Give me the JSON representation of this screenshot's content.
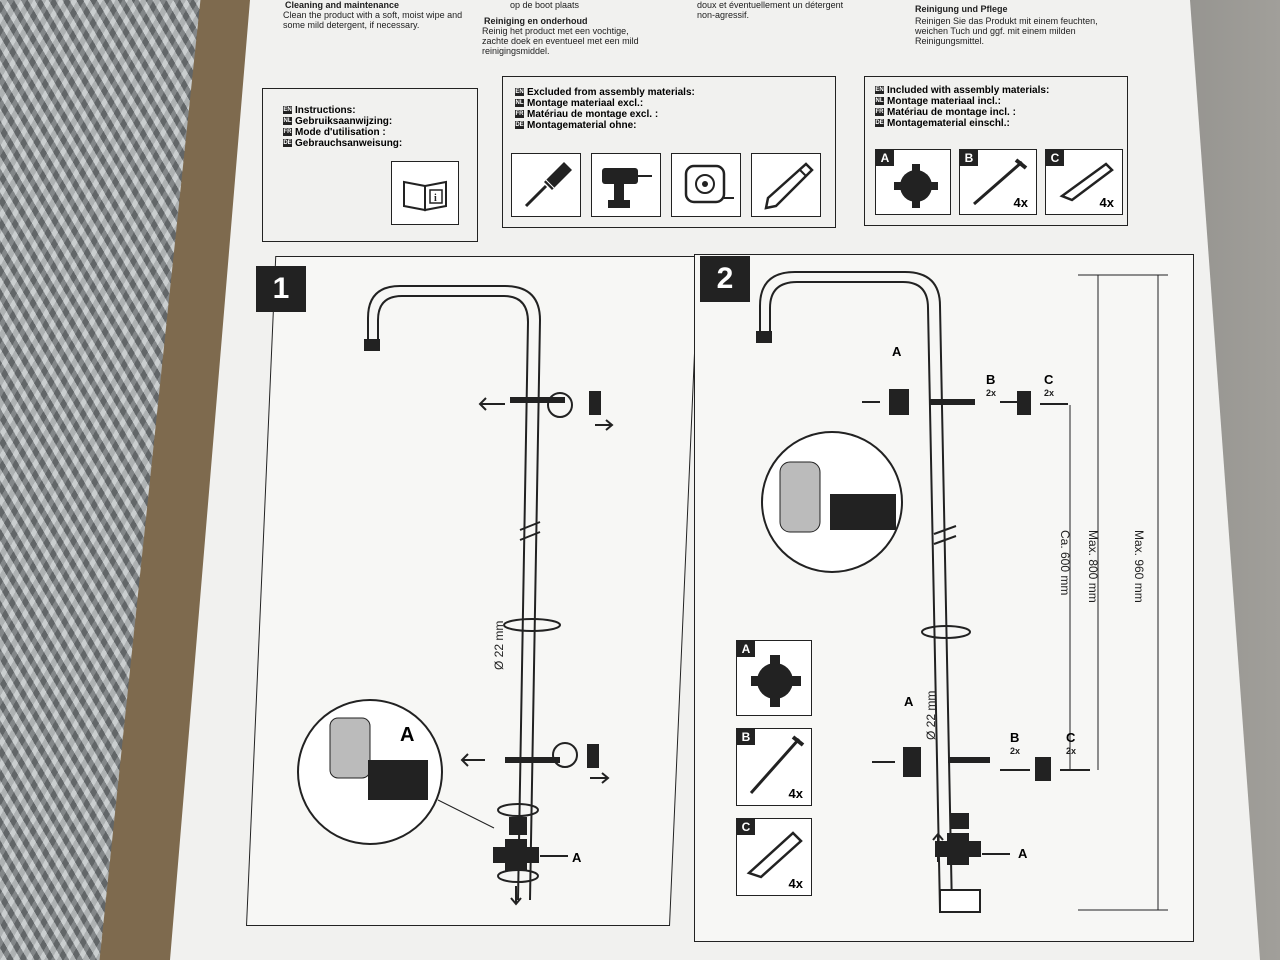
{
  "header_texts": {
    "en_title": "Cleaning and maintenance",
    "en_body_1": "Clean the product with a soft, moist wipe and",
    "en_body_2": "some mild detergent, if necessary.",
    "nl_prev": "op de boot plaats",
    "nl_title": "Reiniging en onderhoud",
    "nl_body_1": "Reinig het product met een vochtige,",
    "nl_body_2": "zachte doek en eventueel met een mild",
    "nl_body_3": "reinigingsmiddel.",
    "fr_body_1": "doux et éventuellement un détergent",
    "fr_body_2": "non-agressif.",
    "de_title": "Reinigung und Pflege",
    "de_body_1": "Reinigen Sie das Produkt mit einem feuchten,",
    "de_body_2": "weichen Tuch und ggf. mit einem milden",
    "de_body_3": "Reinigungsmittel."
  },
  "instructions_box": {
    "flags": [
      "EN",
      "NL",
      "FR",
      "DE"
    ],
    "lines": [
      "Instructions:",
      "Gebruiksaanwijzing:",
      "Mode d'utilisation :",
      "Gebrauchsanweisung:"
    ]
  },
  "excluded_box": {
    "flags": [
      "EN",
      "NL",
      "FR",
      "DE"
    ],
    "lines": [
      "Excluded from assembly materials:",
      "Montage materiaal excl.:",
      "Matériau de montage excl. :",
      "Montagematerial ohne:"
    ],
    "tools": [
      "screwdriver-icon",
      "drill-icon",
      "tape-measure-icon",
      "pencil-icon"
    ]
  },
  "included_box": {
    "flags": [
      "EN",
      "NL",
      "FR",
      "DE"
    ],
    "lines": [
      "Included with assembly materials:",
      "Montage materiaal incl.:",
      "Matériau de montage incl. :",
      "Montagematerial einschl.:"
    ],
    "parts": [
      {
        "label": "A",
        "qty": ""
      },
      {
        "label": "B",
        "qty": "4x"
      },
      {
        "label": "C",
        "qty": "4x"
      }
    ]
  },
  "step1": {
    "number": "1",
    "diameter": "Ø 22 mm",
    "zoom_label": "A",
    "label_a": "A"
  },
  "step2": {
    "number": "2",
    "label_a_top": "A",
    "label_b_top": "B",
    "qty_b_top": "2x",
    "label_c_top": "C",
    "qty_c_top": "2x",
    "diameter": "Ø 22 mm",
    "label_a_bottom": "A",
    "label_b_bottom": "B",
    "qty_b_bottom": "2x",
    "label_c_bottom": "C",
    "qty_c_bottom": "2x",
    "label_a_base": "A",
    "dim_min": "Ca. 600 mm",
    "dim_mid": "Max. 800 mm",
    "dim_max": "Max. 960 mm",
    "parts": [
      {
        "label": "A",
        "qty": ""
      },
      {
        "label": "B",
        "qty": "4x"
      },
      {
        "label": "C",
        "qty": "4x"
      }
    ]
  },
  "colors": {
    "ink": "#222222",
    "paper": "#f1f1ef",
    "cardboard": "#7e6a4e"
  }
}
